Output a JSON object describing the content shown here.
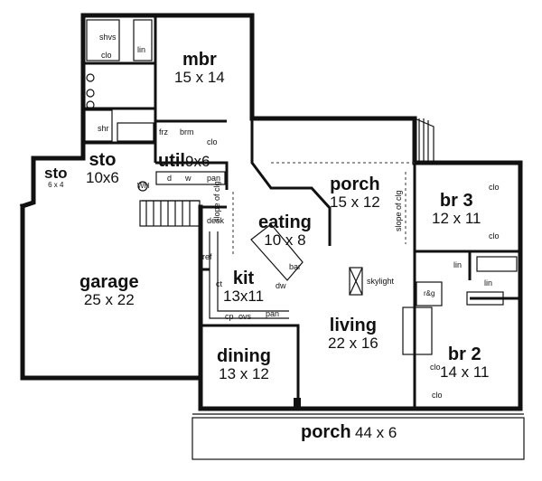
{
  "rooms": {
    "mbr": {
      "name": "mbr",
      "size": "15 x 14"
    },
    "sto_main": {
      "name": "sto",
      "size": "10x6"
    },
    "sto_small": {
      "name": "sto",
      "size": "6 x 4"
    },
    "util": {
      "name": "util",
      "size": "9x6"
    },
    "porch_rear": {
      "name": "porch",
      "size": "15 x 12"
    },
    "eating": {
      "name": "eating",
      "size": "10 x 8"
    },
    "br3": {
      "name": "br 3",
      "size": "12 x 11"
    },
    "garage": {
      "name": "garage",
      "size": "25 x 22"
    },
    "kit": {
      "name": "kit",
      "size": "13x11"
    },
    "living": {
      "name": "living",
      "size": "22 x 16"
    },
    "br2": {
      "name": "br 2",
      "size": "14 x 11"
    },
    "dining": {
      "name": "dining",
      "size": "13 x 12"
    },
    "porch_front": {
      "name": "porch",
      "size": "44 x 6"
    }
  },
  "fixtures": {
    "shvs": "shvs",
    "clo": "clo",
    "lin": "lin",
    "shr": "shr",
    "frz": "frz",
    "brm": "brm",
    "d": "d",
    "w": "w",
    "pan": "pan",
    "wh": "WH",
    "desk": "desk",
    "ref": "ref",
    "ct": "ct",
    "dw": "dw",
    "bar": "bar",
    "cp": "cp",
    "ovs": "ovs",
    "skylight": "skylight",
    "slope": "slope of clg",
    "rg": "r&g"
  }
}
